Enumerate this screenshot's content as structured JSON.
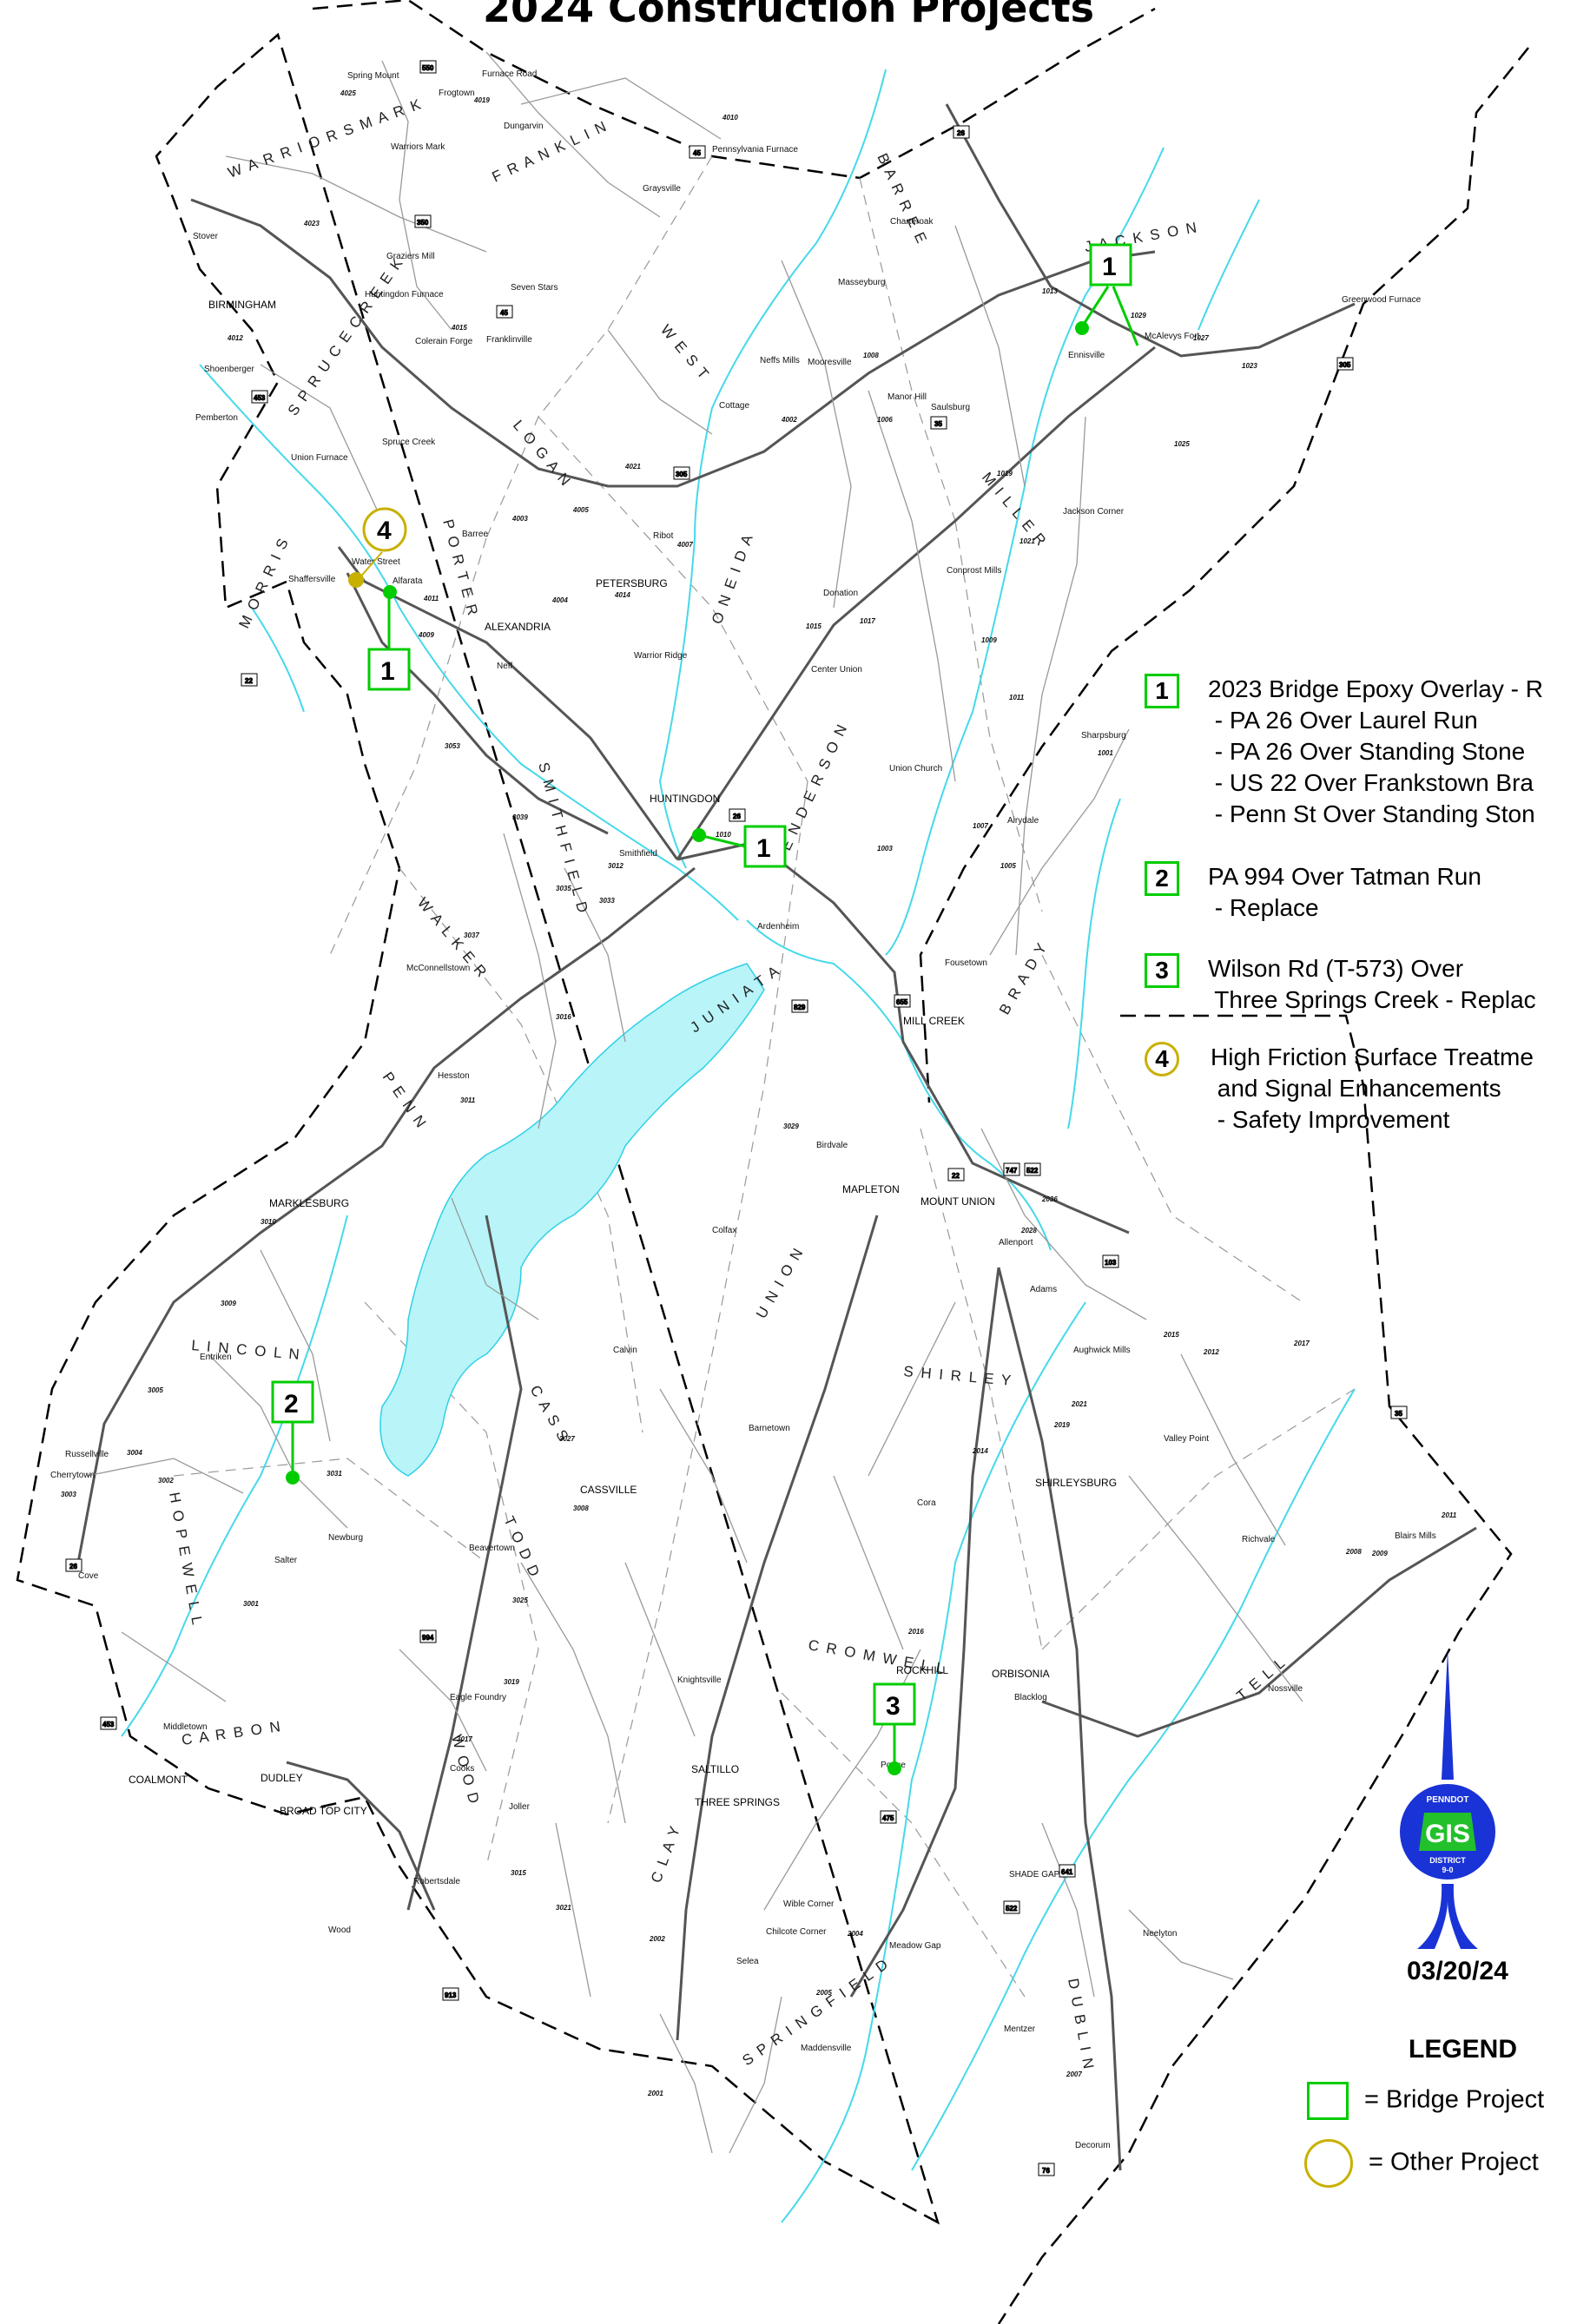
{
  "title": "2024 Construction Projects",
  "date": "03/20/24",
  "logo": {
    "top": "PENNDOT",
    "main": "GIS",
    "sub1": "DISTRICT",
    "sub2": "9-0",
    "colors": {
      "blue": "#1a33d6",
      "green": "#22c02a"
    }
  },
  "colors": {
    "bridge": "#00cc00",
    "other": "#c8b000",
    "water": "#5ee0ee",
    "road": "#555555",
    "boundary": "#000000"
  },
  "projects": [
    {
      "number": "1",
      "type": "bridge",
      "lines": [
        "2023 Bridge Epoxy Overlay - R",
        " - PA 26 Over Laurel Run",
        " - PA 26 Over Standing Stone",
        " - US 22 Over Frankstown Bra",
        " - Penn St Over Standing Ston"
      ]
    },
    {
      "number": "2",
      "type": "bridge",
      "lines": [
        "PA 994 Over Tatman Run",
        " - Replace"
      ]
    },
    {
      "number": "3",
      "type": "bridge",
      "lines": [
        "Wilson Rd (T-573) Over",
        " Three Springs Creek - Replac"
      ]
    },
    {
      "number": "4",
      "type": "other",
      "lines": [
        "High Friction Surface Treatme",
        " and Signal Enhancements",
        " - Safety Improvement"
      ]
    }
  ],
  "legend": {
    "title": "LEGEND",
    "bridge_label": "= Bridge Project",
    "other_label": "= Other Project"
  },
  "map_markers": [
    {
      "label": "1",
      "type": "bridge"
    },
    {
      "label": "4",
      "type": "other"
    },
    {
      "label": "1",
      "type": "bridge"
    },
    {
      "label": "1",
      "type": "bridge"
    },
    {
      "label": "2",
      "type": "bridge"
    },
    {
      "label": "3",
      "type": "bridge"
    }
  ],
  "townships": [
    "W A R R I O R S   M A R K",
    "F R A N K L I N",
    "S P R U C E   C R E E K",
    "B A R R E E",
    "J A C K S O N",
    "W E S T",
    "M I L L E R",
    "L O G A N",
    "P O R T E R",
    "M O R R I S",
    "O N E I D A",
    "H E N D E R S O N",
    "B R A D Y",
    "W A L K E R",
    "S M I T H F I E L D",
    "J U N I A T A",
    "P E N N",
    "U N I O N",
    "L I N C O L N",
    "S H I R L E Y",
    "C A S S",
    "H O P E W E L L",
    "T O D D",
    "C R O M W E L L",
    "T E L L",
    "C A R B O N",
    "W O O D",
    "C L A Y",
    "S P R I N G F I E L D",
    "D U B L I N"
  ],
  "places": [
    "Spring Mount",
    "Frogtown",
    "Furnace Road",
    "Dungarvin",
    "Pennsylvania Furnace",
    "Warriors Mark",
    "Graysville",
    "Stover",
    "Graziers Mill",
    "Seven Stars",
    "BIRMINGHAM",
    "Huntingdon Furnace",
    "Colerain Forge",
    "Franklinville",
    "Shoenberger",
    "Pemberton",
    "Spruce Creek",
    "Union Furnace",
    "Barree",
    "Shaffersville",
    "Water Street",
    "Alfarata",
    "ALEXANDRIA",
    "Neff",
    "PETERSBURG",
    "Ribot",
    "Warrior Ridge",
    "Charteroak",
    "Masseyburg",
    "Neffs Mills",
    "Mooresville",
    "Cottage",
    "Manor Hill",
    "Saulsburg",
    "Ennisville",
    "McAlevys Fort",
    "Greenwood Furnace",
    "Jackson Corner",
    "Donation",
    "Conprost Mills",
    "Center Union",
    "Union Church",
    "Sharpsburg",
    "HUNTINGDON",
    "Smithfield",
    "Ardenheim",
    "Airydale",
    "McConnellstown",
    "Fousetown",
    "MILL CREEK",
    "Hesston",
    "Birdvale",
    "MAPLETON",
    "MOUNT UNION",
    "MARKLESBURG",
    "Colfax",
    "Allenport",
    "Adams",
    "Aughwick Mills",
    "Entriken",
    "Calvin",
    "Valley Point",
    "Barnetown",
    "SHIRLEYSBURG",
    "Russellville",
    "Cherrytown",
    "CASSVILLE",
    "Newburg",
    "Cora",
    "Beavertown",
    "Richvale",
    "Blairs Mills",
    "Salter",
    "Cove",
    "ROCKHILL",
    "ORBISONIA",
    "Blacklog",
    "Knightsville",
    "Nossville",
    "Eagle Foundry",
    "Middletown",
    "Cooks",
    "Joller",
    "SALTILLO",
    "THREE SPRINGS",
    "Pogue",
    "COALMONT",
    "DUDLEY",
    "BROAD TOP CITY",
    "Robertsdale",
    "SHADE GAP",
    "Neelyton",
    "Wood",
    "Wible Corner",
    "Chilcote Corner",
    "Meadow Gap",
    "Selea",
    "Maddensville",
    "Mentzer",
    "Decorum"
  ],
  "route_shields": [
    "550",
    "45",
    "350",
    "45",
    "453",
    "305",
    "26",
    "35",
    "22",
    "26",
    "305",
    "829",
    "655",
    "22",
    "747",
    "522",
    "103",
    "35",
    "641",
    "522",
    "913",
    "994",
    "475",
    "76",
    "26",
    "453"
  ],
  "route_numbers": [
    "4025",
    "4010",
    "4023",
    "4012",
    "4015",
    "4019",
    "4021",
    "4005",
    "4009",
    "4011",
    "4004",
    "4014",
    "4003",
    "4007",
    "4002",
    "1006",
    "1008",
    "1013",
    "1029",
    "1027",
    "1023",
    "1025",
    "1019",
    "1021",
    "1015",
    "1017",
    "1009",
    "1011",
    "1001",
    "1005",
    "1007",
    "1003",
    "1010",
    "3053",
    "3039",
    "3033",
    "3035",
    "3037",
    "3016",
    "3011",
    "3012",
    "3010",
    "3009",
    "3005",
    "3004",
    "3002",
    "3003",
    "3001",
    "3031",
    "3027",
    "3025",
    "3029",
    "3008",
    "3019",
    "3017",
    "3015",
    "3021",
    "2036",
    "2028",
    "2012",
    "2015",
    "2017",
    "2019",
    "2014",
    "2011",
    "2009",
    "2008",
    "2005",
    "2004",
    "2002",
    "2001",
    "2007",
    "2016",
    "2021"
  ]
}
